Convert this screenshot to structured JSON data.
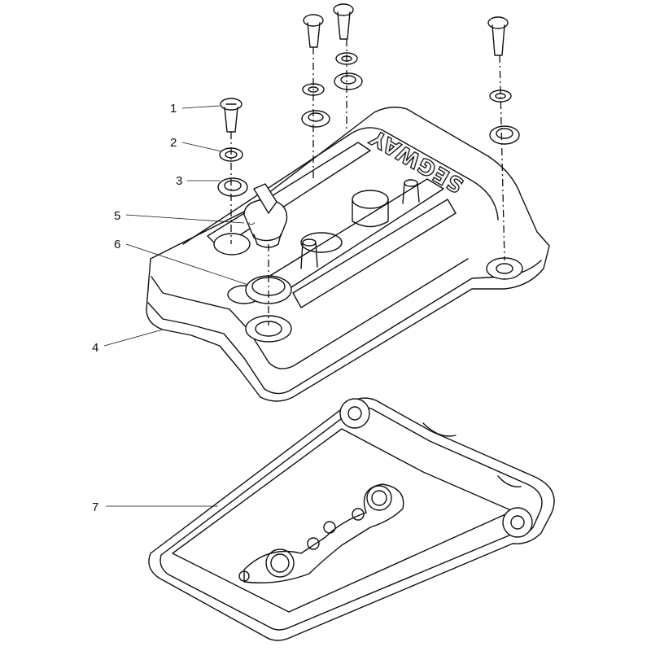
{
  "diagram": {
    "brand_logo": "SEGWAY",
    "callouts": [
      {
        "id": "1",
        "label": "1"
      },
      {
        "id": "2",
        "label": "2"
      },
      {
        "id": "3",
        "label": "3"
      },
      {
        "id": "4",
        "label": "4"
      },
      {
        "id": "5",
        "label": "5"
      },
      {
        "id": "6",
        "label": "6"
      },
      {
        "id": "7",
        "label": "7"
      }
    ]
  }
}
